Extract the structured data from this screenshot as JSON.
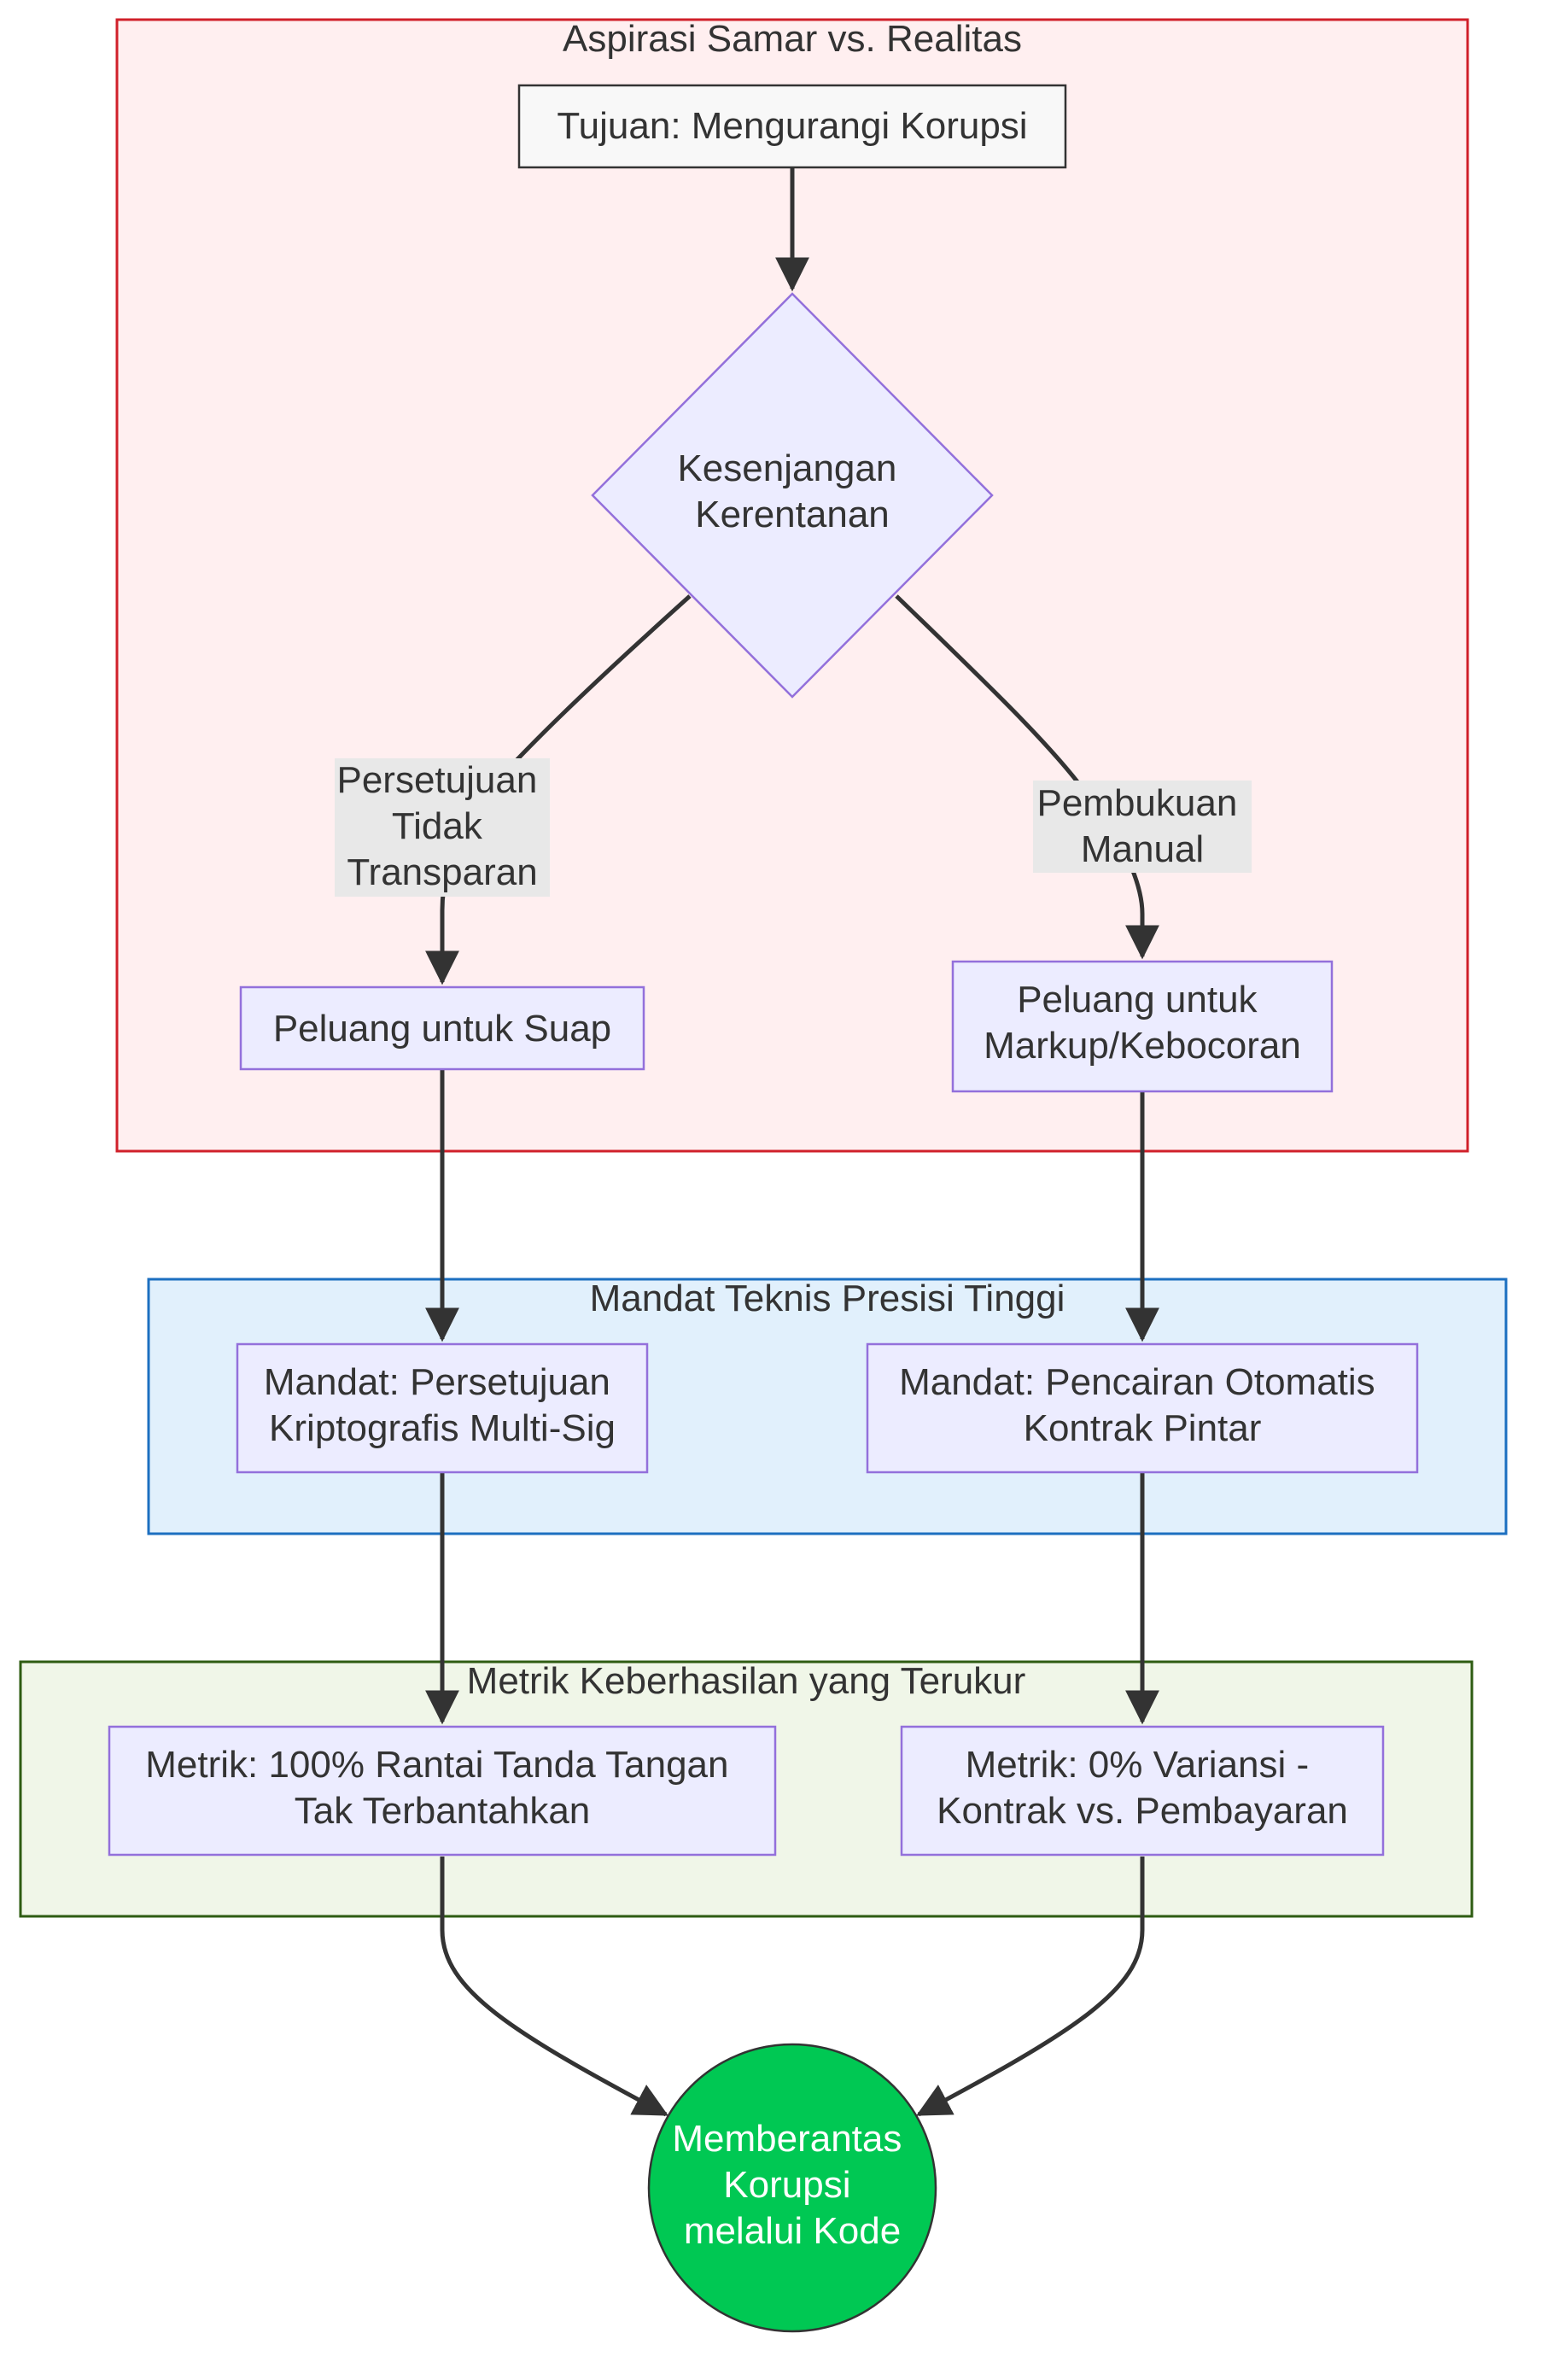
{
  "groups": {
    "aspirasi": {
      "title": "Aspirasi Samar vs. Realitas",
      "fill": "#ffeff0",
      "stroke": "#d0202a"
    },
    "mandat": {
      "title": "Mandat Teknis Presisi Tinggi",
      "fill": "#e1f0fc",
      "stroke": "#1c6fc0"
    },
    "metrik": {
      "title": "Metrik Keberhasilan yang Terukur",
      "fill": "#f0f6e8",
      "stroke": "#2e5c12"
    }
  },
  "nodes": {
    "tujuan": {
      "line1": "Tujuan: Mengurangi Korupsi"
    },
    "kesenjangan": {
      "line1": "Kesenjangan",
      "line2": "Kerentanan"
    },
    "suap": {
      "line1": "Peluang untuk Suap"
    },
    "markup": {
      "line1": "Peluang untuk",
      "line2": "Markup/Kebocoran"
    },
    "multisig": {
      "line1": "Mandat: Persetujuan",
      "line2": "Kriptografis Multi-Sig"
    },
    "pencairan": {
      "line1": "Mandat: Pencairan Otomatis",
      "line2": "Kontrak Pintar"
    },
    "rantai": {
      "line1": "Metrik: 100% Rantai Tanda Tangan",
      "line2": "Tak Terbantahkan"
    },
    "varians": {
      "line1": "Metrik: 0% Variansi -",
      "line2": "Kontrak vs. Pembayaran"
    },
    "berantas": {
      "line1": "Memberantas",
      "line2": "Korupsi",
      "line3": "melalui Kode",
      "fill": "#00c853"
    }
  },
  "edge_labels": {
    "persetujuan": {
      "line1": "Persetujuan",
      "line2": "Tidak",
      "line3": "Transparan"
    },
    "pembukuan": {
      "line1": "Pembukuan",
      "line2": "Manual"
    }
  }
}
